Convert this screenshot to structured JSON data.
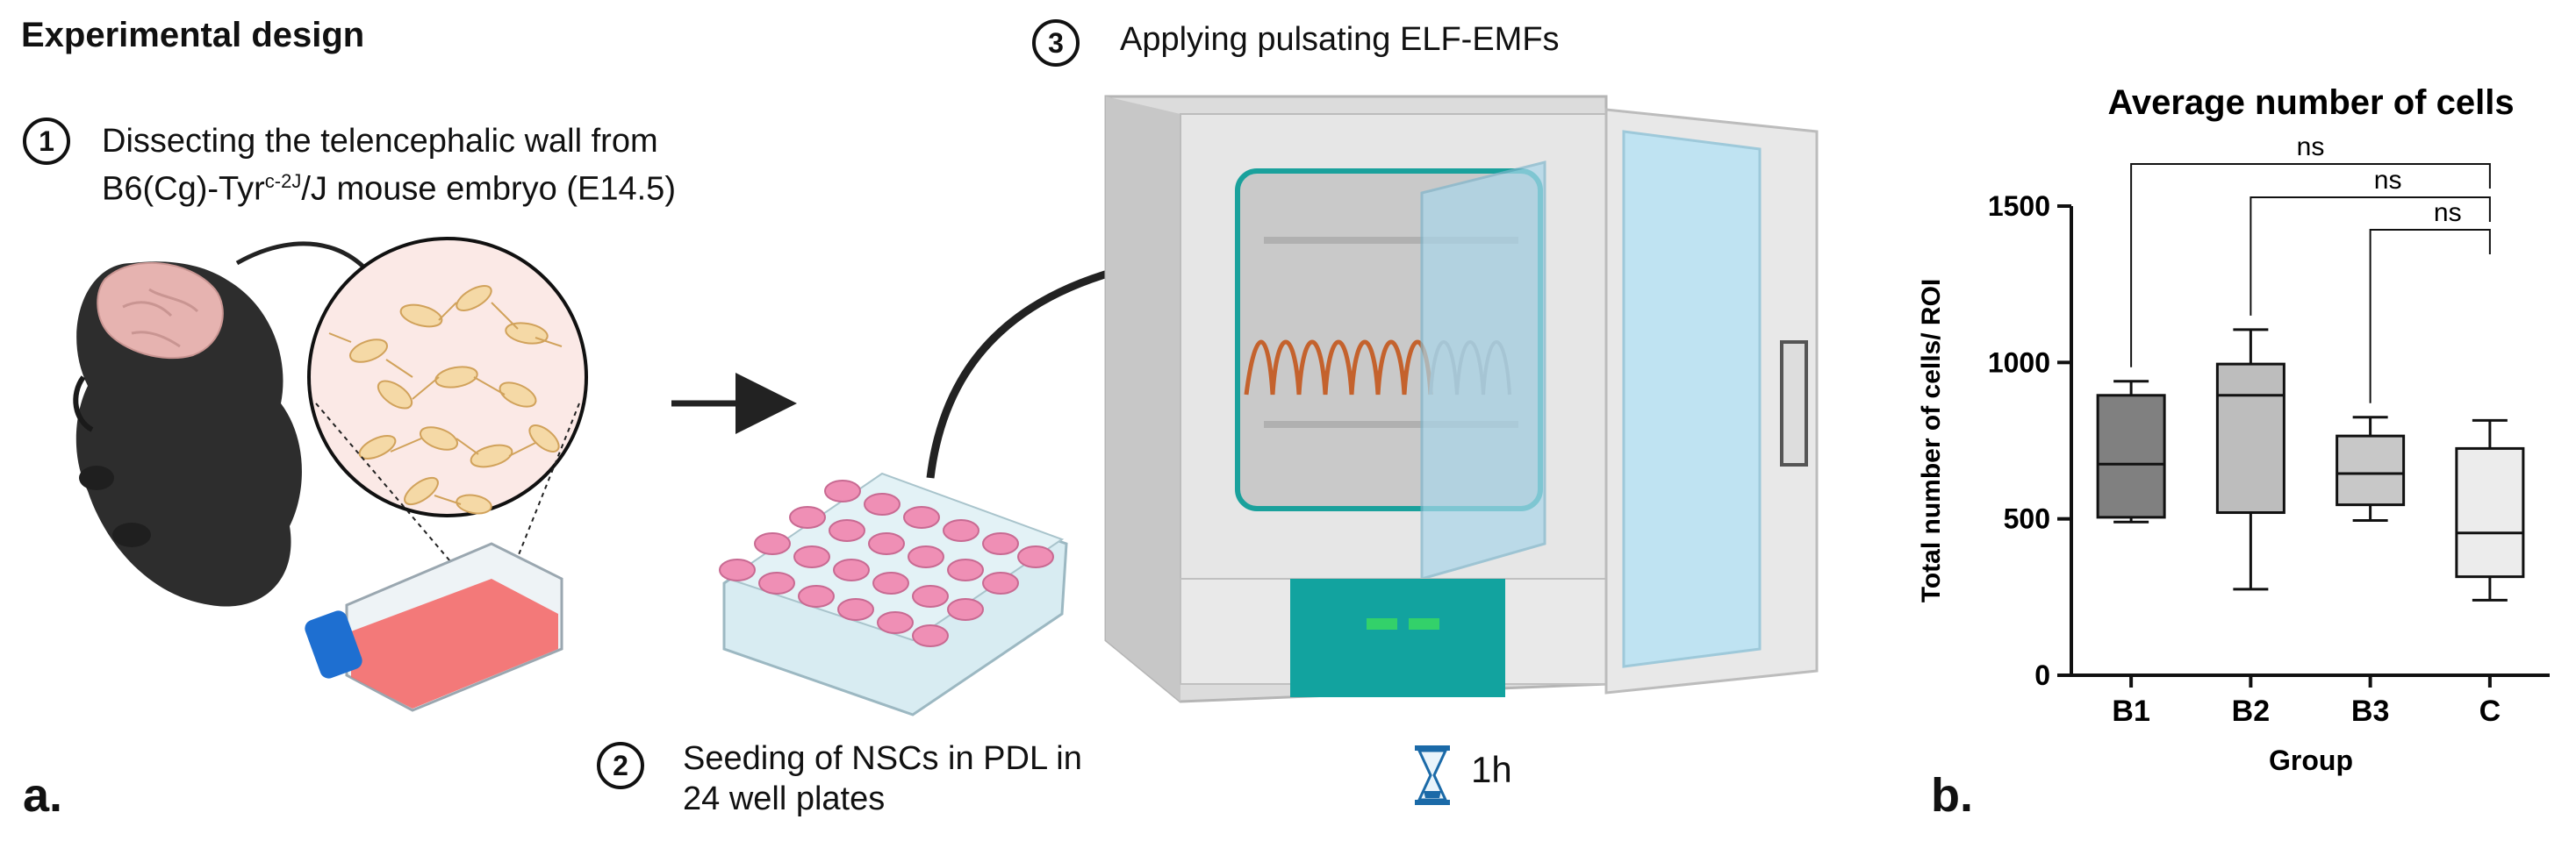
{
  "panel_a": {
    "title": "Experimental design",
    "label": "a.",
    "step1": {
      "num": "1",
      "line1": "Dissecting the telencephalic wall from",
      "line2_pre": "B6(Cg)-Tyr",
      "line2_sup": "c-2J",
      "line2_post": "/J mouse embryo (E14.5)"
    },
    "step2": {
      "num": "2",
      "line1": "Seeding of NSCs in PDL in",
      "line2": "24 well plates"
    },
    "step3": {
      "num": "3",
      "text": "Applying pulsating ELF-EMFs"
    },
    "duration": "1h"
  },
  "panel_b": {
    "label": "b.",
    "comparisons": [
      "ns",
      "ns",
      "ns"
    ]
  },
  "chart_data": {
    "type": "box",
    "title": "Average number of cells",
    "xlabel": "Group",
    "ylabel": "Total number of cells/ ROI",
    "ylim": [
      0,
      1500
    ],
    "yticks": [
      0,
      500,
      1000,
      1500
    ],
    "categories": [
      "B1",
      "B2",
      "B3",
      "C"
    ],
    "boxes": [
      {
        "group": "B1",
        "min": 490,
        "q1": 505,
        "median": 675,
        "q3": 895,
        "max": 940,
        "color": "#808080"
      },
      {
        "group": "B2",
        "min": 275,
        "q1": 520,
        "median": 895,
        "q3": 995,
        "max": 1105,
        "color": "#bdbdbd"
      },
      {
        "group": "B3",
        "min": 495,
        "q1": 545,
        "median": 645,
        "q3": 765,
        "max": 825,
        "color": "#c8c8c8"
      },
      {
        "group": "C",
        "min": 240,
        "q1": 315,
        "median": 455,
        "q3": 725,
        "max": 815,
        "color": "#ececec"
      }
    ],
    "comparisons": [
      {
        "from": "B1",
        "to": "C",
        "label": "ns"
      },
      {
        "from": "B2",
        "to": "C",
        "label": "ns"
      },
      {
        "from": "B3",
        "to": "C",
        "label": "ns"
      }
    ]
  }
}
